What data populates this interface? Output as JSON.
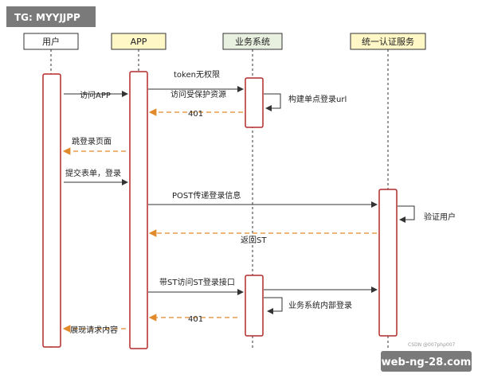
{
  "watermark_tag": "TG: MYYJJPP",
  "site_badge": "web-ng-28.com",
  "csdn_credit": "CSDN @007php007",
  "participants": {
    "user": "用户",
    "app": "APP",
    "business": "业务系统",
    "auth": "统一认证服务"
  },
  "messages": {
    "m_access_app": "访问APP",
    "m_token_no_perm": "token无权限",
    "m_access_protected": "访问受保护资源",
    "m_build_sso_url": "构建单点登录url",
    "m_401_a": "401",
    "m_jump_login": "跳登录页面",
    "m_submit_form": "提交表单，登录",
    "m_post_login": "POST传递登录信息",
    "m_verify_user": "验证用户",
    "m_return_st": "返回ST",
    "m_st_access": "带ST访问ST登录接口",
    "m_internal_login": "业务系统内部登录",
    "m_401_b": "401",
    "m_show_content": "展现请求内容"
  },
  "colors": {
    "user_head_fill": "#ffffff",
    "app_head_fill": "#fff7c6",
    "business_head_fill": "#e8f0e0",
    "auth_head_fill": "#fff7c6",
    "activation_border": "#b52a2a",
    "solid_arrow": "#333333",
    "dashed_arrow": "#e08a2a"
  }
}
